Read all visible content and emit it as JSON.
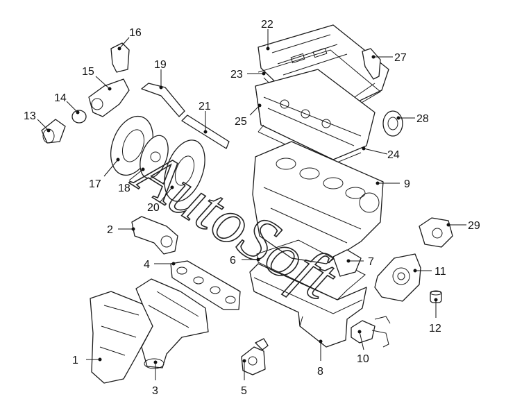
{
  "labels": [
    "1",
    "2",
    "3",
    "4",
    "5",
    "6",
    "7",
    "8",
    "9",
    "10",
    "11",
    "12",
    "13",
    "14",
    "15",
    "16",
    "17",
    "18",
    "19",
    "20",
    "21",
    "22",
    "23",
    "24",
    "25",
    "27",
    "28",
    "29"
  ],
  "watermark": "AutoSoft"
}
